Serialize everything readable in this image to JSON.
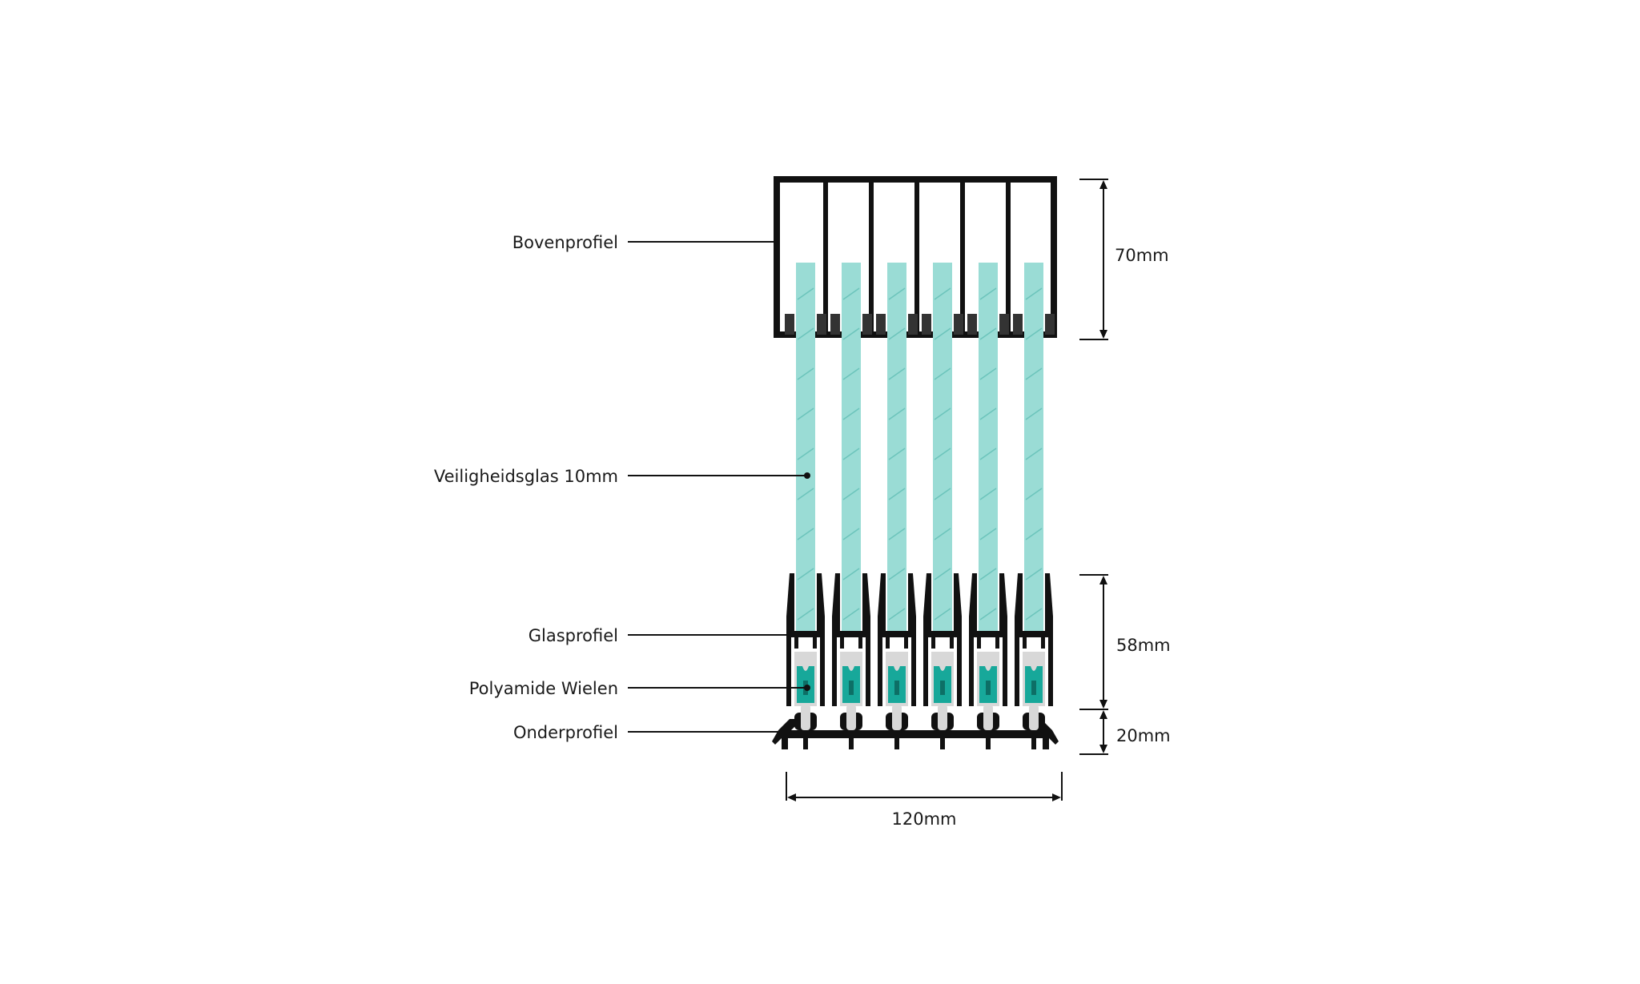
{
  "diagram": {
    "labels": {
      "top_profile": "Bovenprofiel",
      "glass": "Veiligheidsglas 10mm",
      "glass_profile": "Glasprofiel",
      "wheels": "Polyamide Wielen",
      "bottom_profile": "Onderprofiel"
    },
    "dimensions": {
      "top_height": "70mm",
      "glass_profile_height": "58mm",
      "bottom_height": "20mm",
      "total_width": "120mm"
    },
    "panel_count": 6,
    "colors": {
      "profile": "#111111",
      "glass": "#9adcd5",
      "glass_hatch": "#6cc4bb",
      "wheel": "#17a89a",
      "wheel_housing": "#d8d8d8",
      "seal": "#333333"
    }
  }
}
